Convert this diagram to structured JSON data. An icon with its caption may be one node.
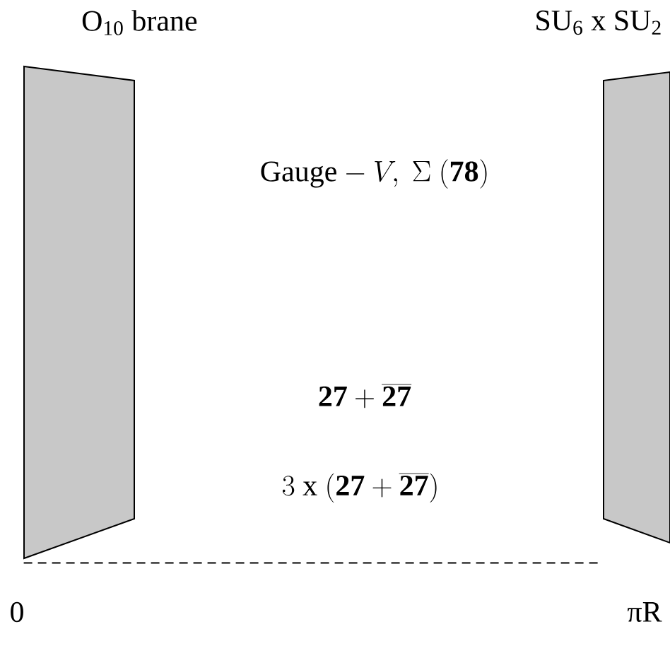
{
  "diagram": {
    "nodes": [
      {
        "text": [
          "O$_{10}$ brane"
        ],
        "beside": [
          "0"
        ]
      },
      {
        "text": [
          "SU$_{6}$ x SU$_{2}$"
        ],
        "beside": [
          "πR"
        ]
      }
    ],
    "edges": [
      {
        "from": 0,
        "to": 1,
        "arrow": "none",
        "style": "dashed"
      }
    ],
    "labels": [
      "\\mathrm{Gauge}-V,\\ \\Sigma\\ (\\mathbf{78})",
      "\\mathbf{27}+\\overline{\\mathbf{27}}",
      "3\\ \\mathrm{x}\\ (\\mathbf{27}+\\overline{\\mathbf{27}})"
    ]
  }
}
